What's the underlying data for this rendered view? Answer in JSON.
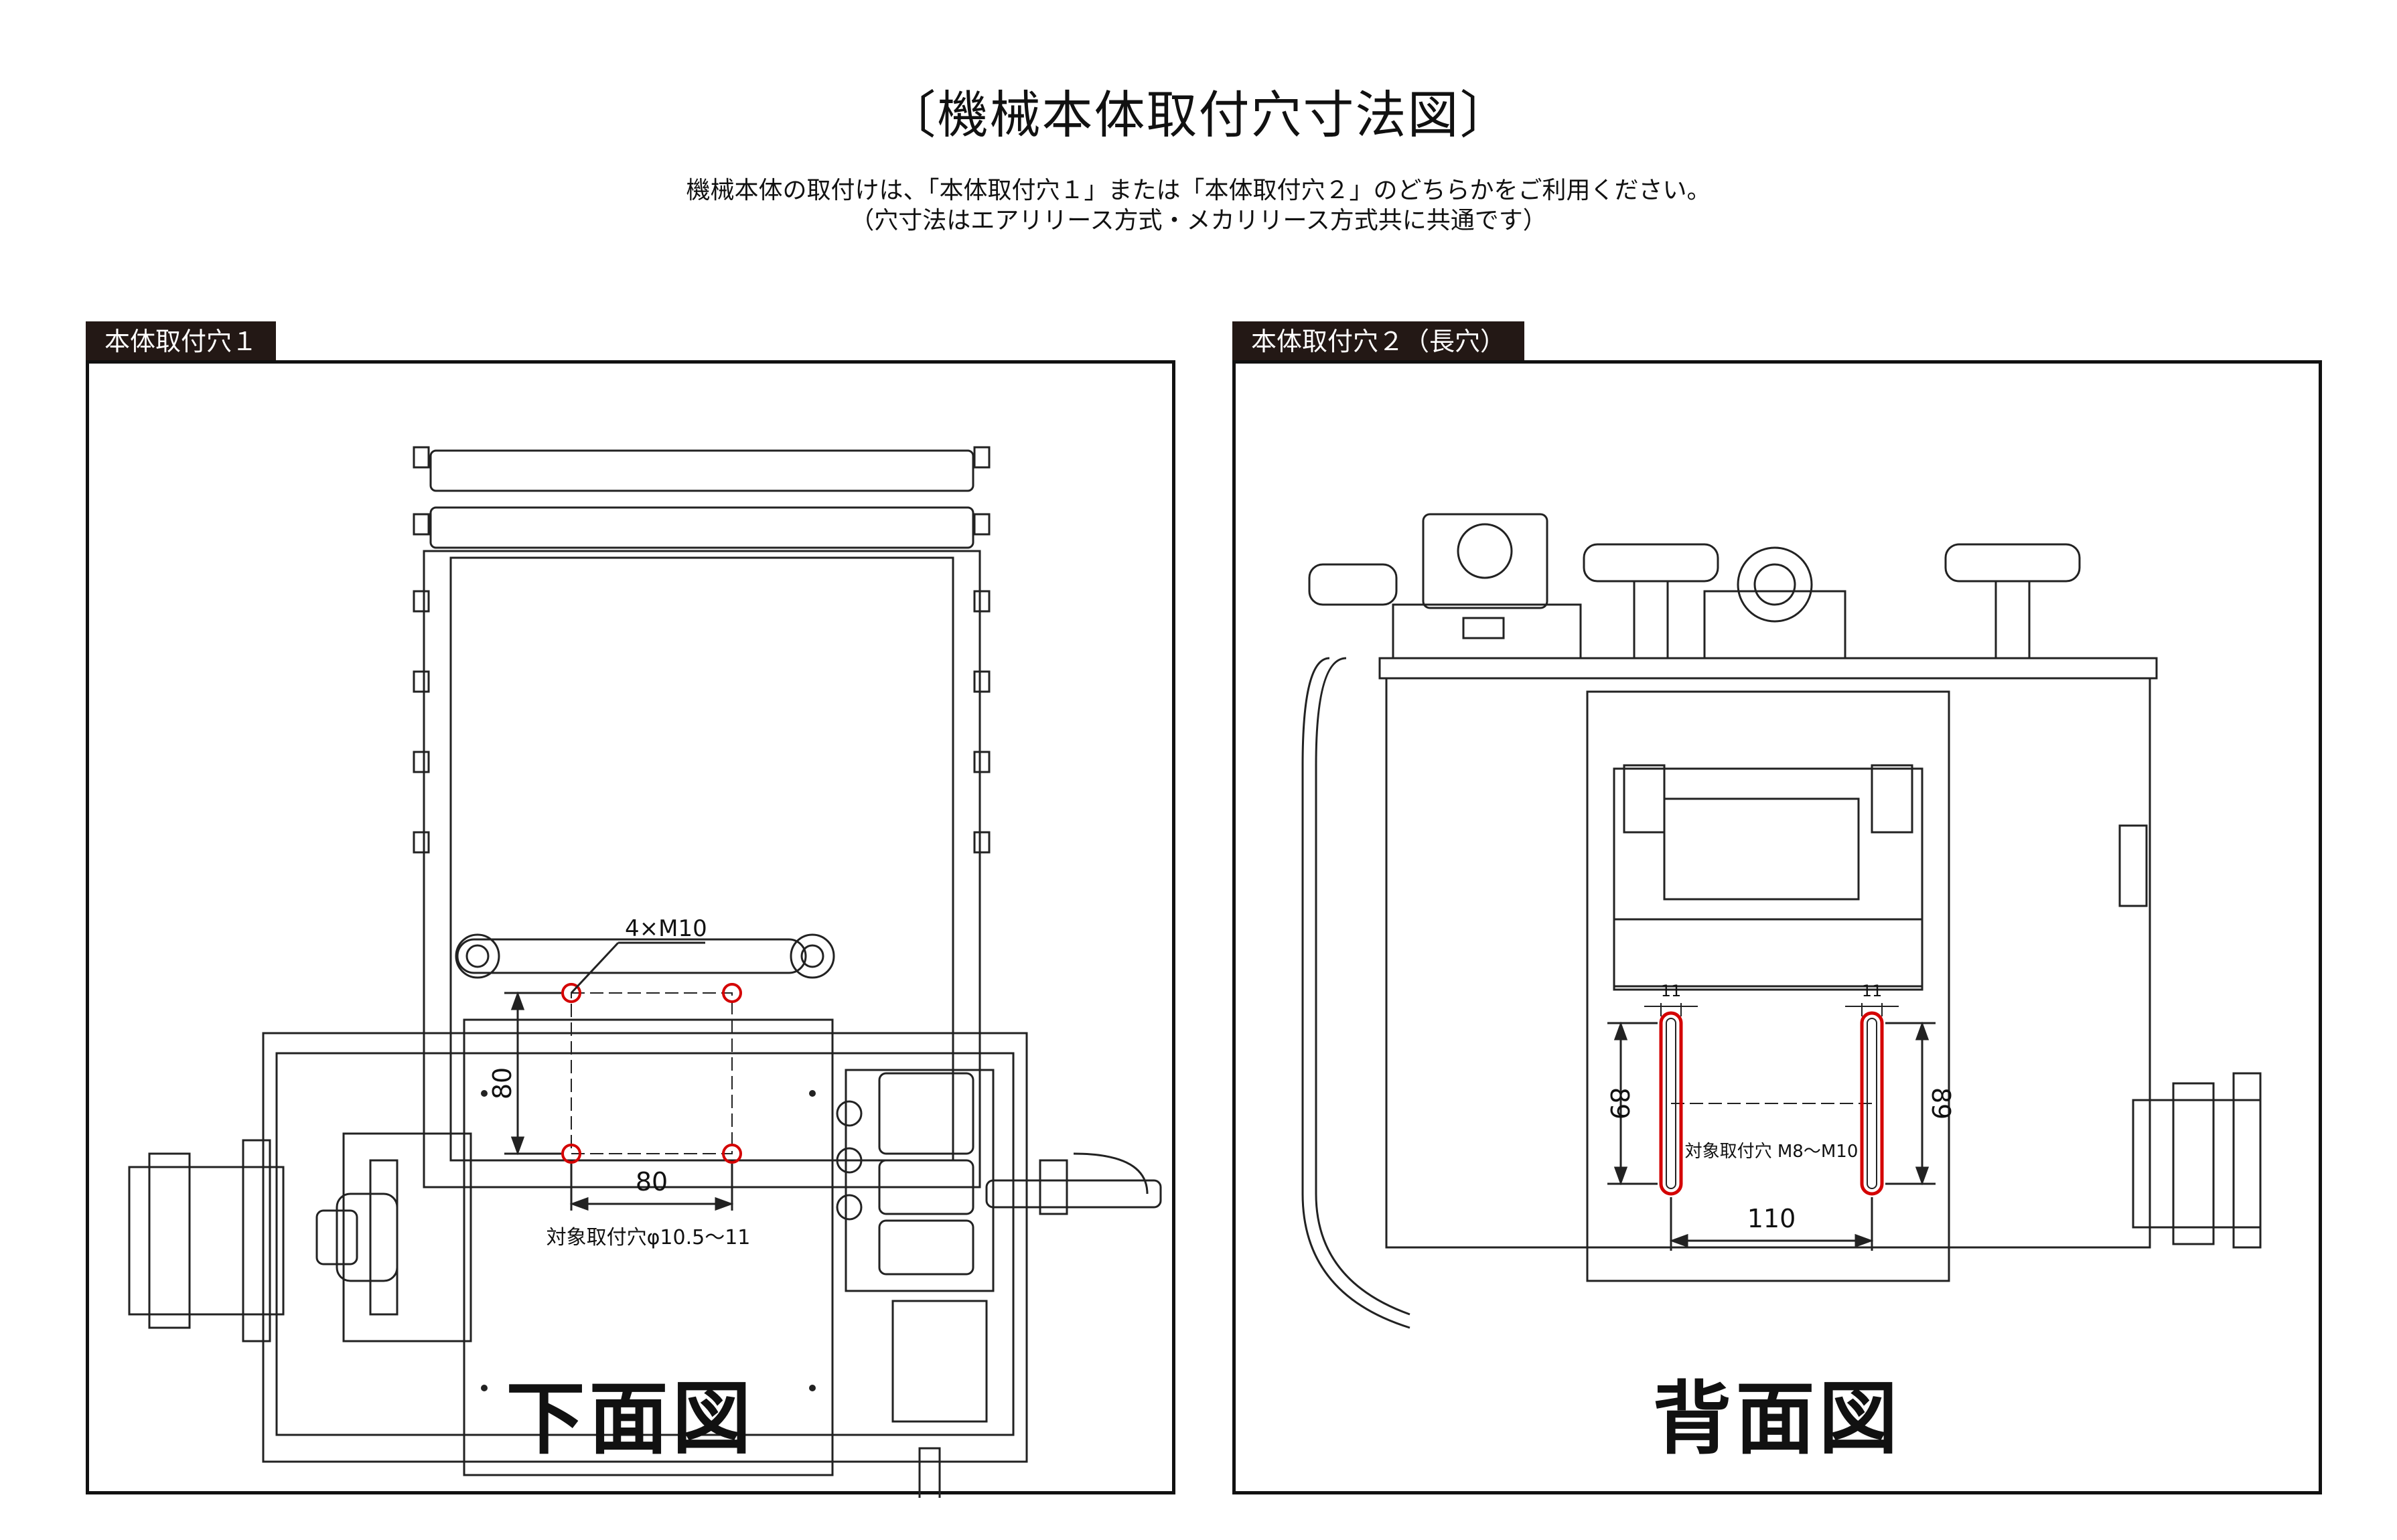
{
  "header": {
    "title": "〔機械本体取付穴寸法図〕",
    "line1": "機械本体の取付けは、「本体取付穴１」または「本体取付穴２」のどちらかをご利用ください。",
    "line2": "（穴寸法はエアリリース方式・メカリリース方式共に共通です）"
  },
  "left_panel": {
    "tag": "本体取付穴１",
    "caption": "下面図",
    "hole_label": "4×M10",
    "dim_vertical": "80",
    "dim_horizontal": "80",
    "target_note": "対象取付穴φ10.5～11"
  },
  "right_panel": {
    "tag": "本体取付穴２（長穴）",
    "caption": "背面図",
    "slot_width_left": "11",
    "slot_width_right": "11",
    "dim_left": "89",
    "dim_right": "89",
    "dim_bottom": "110",
    "target_note": "対象取付穴 M8～M10"
  },
  "colors": {
    "hole": "#d40000",
    "line": "#222222",
    "tag_bg": "#231815"
  }
}
